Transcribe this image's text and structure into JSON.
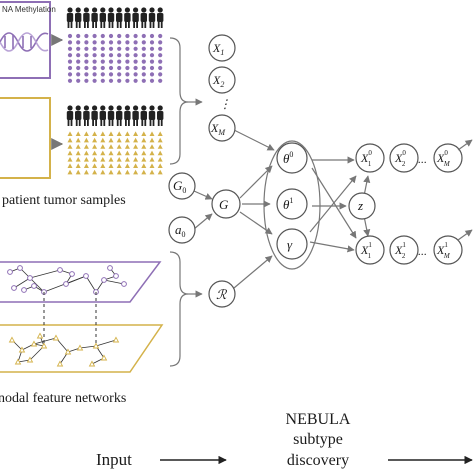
{
  "input_panel": {
    "methylation_title": "NA Methylation",
    "tumor_samples_caption": "patient tumor samples",
    "networks_caption": "nodal feature networks"
  },
  "model": {
    "features_top": [
      "X_1",
      "X_2",
      "X_M"
    ],
    "dots": "⋮",
    "hyper_g": "G_0",
    "hyper_a": "a_0",
    "node_G": "G",
    "node_R": "R",
    "theta0": "θ^0",
    "theta1": "θ^1",
    "gamma": "γ",
    "z": "z",
    "out0": [
      "X^0_1",
      "X^0_2",
      "X^0_M"
    ],
    "out1": [
      "X^1_1",
      "X^1_2",
      "X^1_M"
    ],
    "ellipsis": "..."
  },
  "footer": {
    "input_label": "Input",
    "nebula_line1": "NEBULA",
    "nebula_line2": "subtype",
    "nebula_line3": "discovery"
  },
  "colors": {
    "purple": "#8e6fb5",
    "gold": "#d4b24a",
    "gray": "#8a8a8a",
    "dark": "#1a1a1a"
  }
}
